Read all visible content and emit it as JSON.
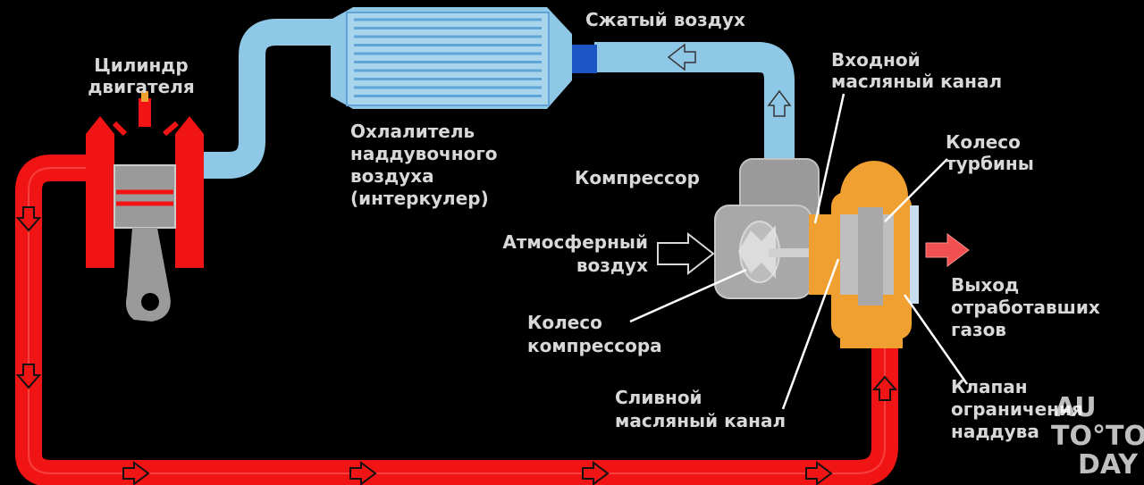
{
  "colors": {
    "background": "#000000",
    "hot_gas": "#f01414",
    "cold_air": "#8fc8e6",
    "cold_air_dark": "#5fa6d6",
    "intercooler_fill": "#3a86d4",
    "compressor_gray": "#9a9a9a",
    "turbine_orange": "#f0a030",
    "label_text": "#d8d8d8"
  },
  "labels": {
    "cylinder_line1": "Цилиндр",
    "cylinder_line2": "двигателя",
    "compressed_air": "Сжатый воздух",
    "intercooler_line1": "Охлалитель",
    "intercooler_line2": "наддувочного",
    "intercooler_line3": "воздуха",
    "intercooler_line4": "(интеркулер)",
    "oil_inlet_line1": "Входной",
    "oil_inlet_line2": "масляный канал",
    "compressor": "Компрессор",
    "turbine_wheel_line1": "Колесо",
    "turbine_wheel_line2": "турбины",
    "atmospheric_line1": "Атмосферный",
    "atmospheric_line2": "воздух",
    "exhaust_line1": "Выход",
    "exhaust_line2": "отработавших",
    "exhaust_line3": "газов",
    "compressor_wheel_line1": "Колесо",
    "compressor_wheel_line2": "компрессора",
    "oil_drain_line1": "Сливной",
    "oil_drain_line2": "масляный канал",
    "wastegate_line1": "Клапан",
    "wastegate_line2": "ограничения",
    "wastegate_line3": "наддува"
  },
  "watermark": {
    "line1": "AU",
    "line2": "TO°TO",
    "line3": "DAY"
  },
  "icons": [
    "flow-arrow-icon",
    "exhaust-arrow-icon",
    "intake-arrow-icon"
  ]
}
